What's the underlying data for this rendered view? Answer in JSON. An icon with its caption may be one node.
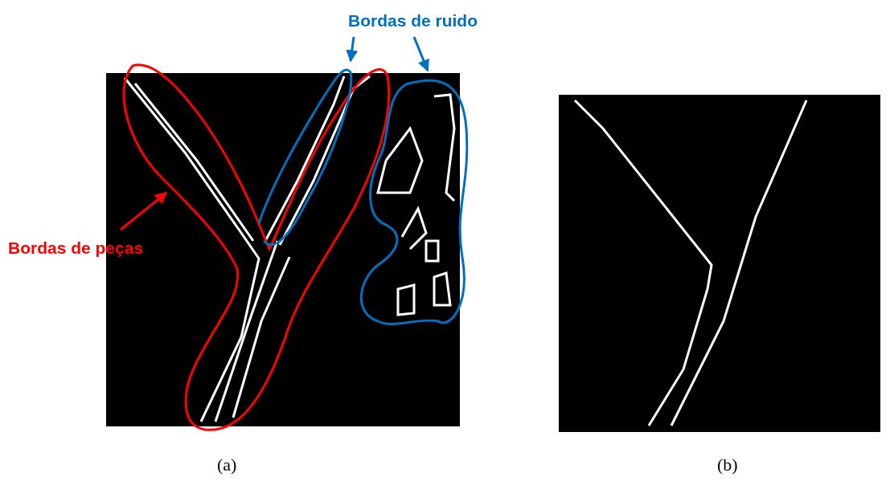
{
  "diagram": {
    "nodes": [
      {
        "text": [
          "Bordas de peças"
        ]
      },
      {
        "text": [],
        "shape": "loop"
      },
      {
        "text": [
          "Bordas de ruido"
        ]
      },
      {
        "text": [],
        "shape": "loop"
      },
      {
        "text": [],
        "shape": "loop"
      }
    ],
    "edges": [
      {
        "from": 0,
        "to": 1,
        "arrow": "to",
        "color": "#ff0000"
      },
      {
        "from": 2,
        "to": 3,
        "arrow": "to",
        "color": "#0070c0"
      },
      {
        "from": 2,
        "to": 4,
        "arrow": "to",
        "color": "#0070c0"
      }
    ],
    "labels": [
      "(a)",
      "(b)"
    ]
  }
}
